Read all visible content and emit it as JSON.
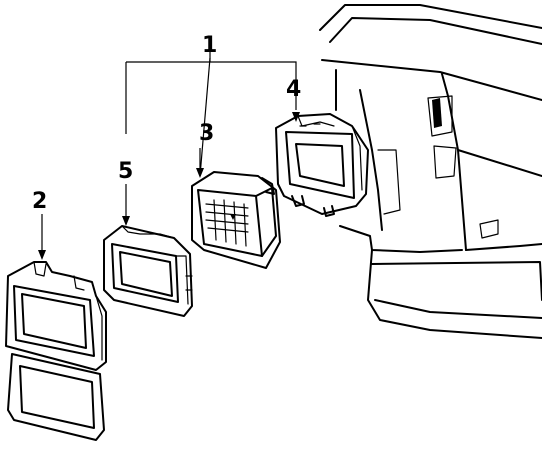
{
  "callouts": [
    {
      "id": "1",
      "text": "1"
    },
    {
      "id": "2",
      "text": "2"
    },
    {
      "id": "3",
      "text": "3"
    },
    {
      "id": "4",
      "text": "4"
    },
    {
      "id": "5",
      "text": "5"
    }
  ]
}
